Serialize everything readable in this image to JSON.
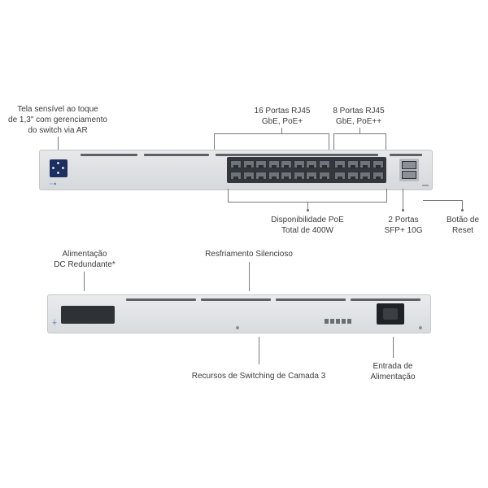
{
  "front": {
    "touchscreen": [
      "Tela sensível ao toque",
      "de 1,3\" com gerenciamento",
      "do switch via AR"
    ],
    "ports16": [
      "16 Portas RJ45",
      "GbE, PoE+"
    ],
    "ports8": [
      "8 Portas RJ45",
      "GbE, PoE++"
    ],
    "poe": [
      "Disponibilidade PoE",
      "Total de 400W"
    ],
    "sfp": [
      "2 Portas",
      "SFP+ 10G"
    ],
    "reset": [
      "Botão de",
      "Reset"
    ]
  },
  "back": {
    "dc": [
      "Alimentação",
      "DC Redundante*"
    ],
    "cooling": "Resfriamento Silencioso",
    "layer3": "Recursos de Switching de Camada 3",
    "power_input": [
      "Entrada de",
      "Alimentação"
    ]
  },
  "colors": {
    "chassis": "#dfe2e5",
    "port_block": "#34373b",
    "screen": "#1d2f5e",
    "accent": "#4a6bb0"
  },
  "icons": [
    "touchscreen-icon",
    "rj45-port-icon",
    "sfp-port-icon",
    "power-inlet-icon"
  ]
}
